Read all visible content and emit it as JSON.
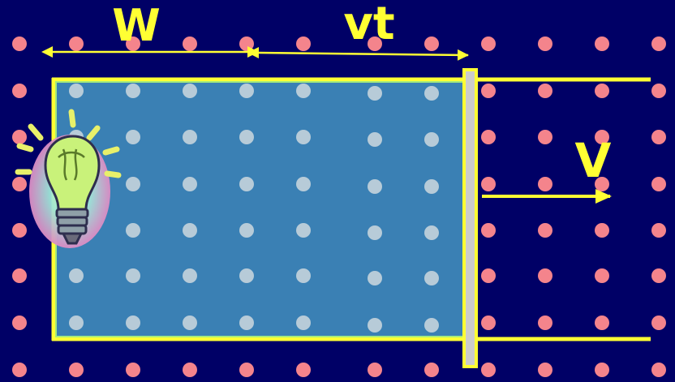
{
  "colors": {
    "background": "#000066",
    "dot_outside": "#f4848c",
    "dot_inside": "#b7cbd8",
    "region_fill": "#3a80b4",
    "rail": "#ffff33",
    "rod": "#cccccc",
    "arrow": "#ffff33",
    "label": "#ffff33"
  },
  "labels": {
    "width": "W",
    "displacement": "vt",
    "velocity": "V"
  },
  "icons": {
    "bulb": "light-bulb-icon"
  }
}
